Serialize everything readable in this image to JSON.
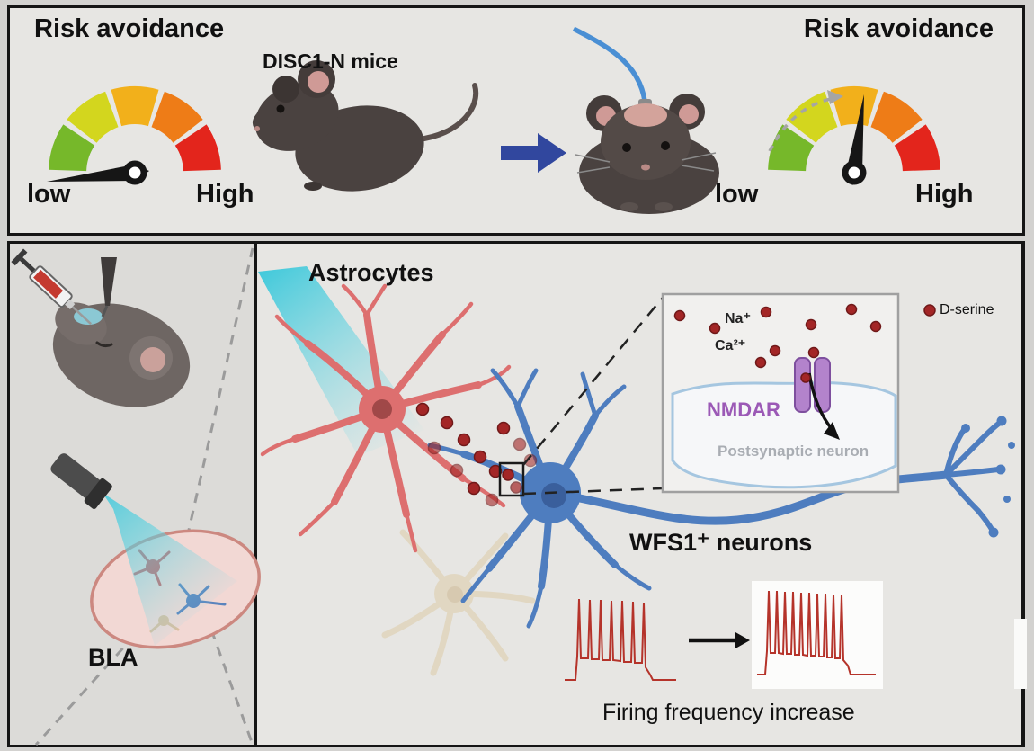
{
  "colors": {
    "canvas_bg": "#d3d2d0",
    "panel_bg": "#e7e6e3",
    "gauge_green": "#76b82a",
    "gauge_yellow": "#d3d61e",
    "gauge_amber": "#f2b01b",
    "gauge_orange": "#ee7c17",
    "gauge_red": "#e3251c",
    "mouse_body": "#4a4240",
    "arrow_blue": "#31479e",
    "fiber_blue": "#4a8fd4",
    "beam_cyan": "#35c3d8",
    "astrocyte_red": "#dd6f6f",
    "neuron_blue": "#4e7dbf",
    "neuron_tan": "#dcc9a2",
    "dserine_red": "#a32626",
    "nmdar_purple": "#9b59b6",
    "bla_pink": "#f2d8d4",
    "trace_red": "#b5332a",
    "postsynaptic_gray": "#a9adb3"
  },
  "top_panel": {
    "gauge_left": {
      "title": "Risk avoidance",
      "low": "low",
      "high": "High"
    },
    "mice_label": "DISC1-N mice",
    "gauge_right": {
      "title": "Risk avoidance",
      "low": "low",
      "high": "High"
    }
  },
  "bottom_panel": {
    "bla_label": "BLA",
    "astrocytes_label": "Astrocytes",
    "wfs1_label": "WFS1⁺ neurons",
    "firing_label": "Firing frequency increase",
    "inset": {
      "na_label": "Na⁺",
      "ca_label": "Ca²⁺",
      "nmdar_label": "NMDAR",
      "postsynaptic_label": "Postsynaptic neuron",
      "dserine_label": "D-serine"
    }
  }
}
